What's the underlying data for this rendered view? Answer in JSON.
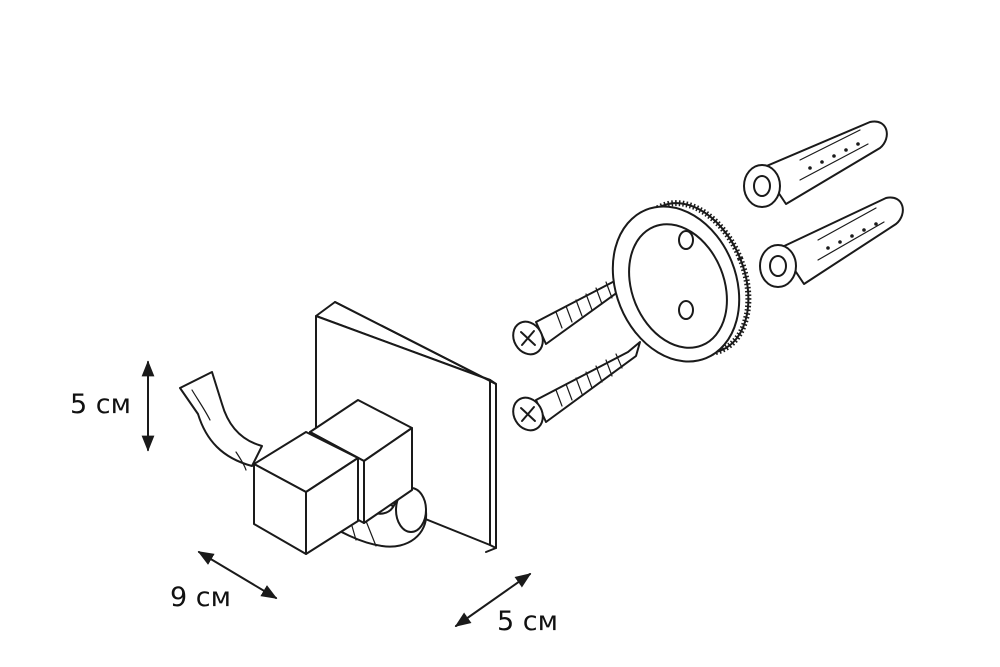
{
  "dimensions": {
    "height_label": "5 см",
    "width_label": "9 см",
    "depth_label": "5 см"
  },
  "colors": {
    "line": "#1a1a1a",
    "background": "#ffffff"
  }
}
